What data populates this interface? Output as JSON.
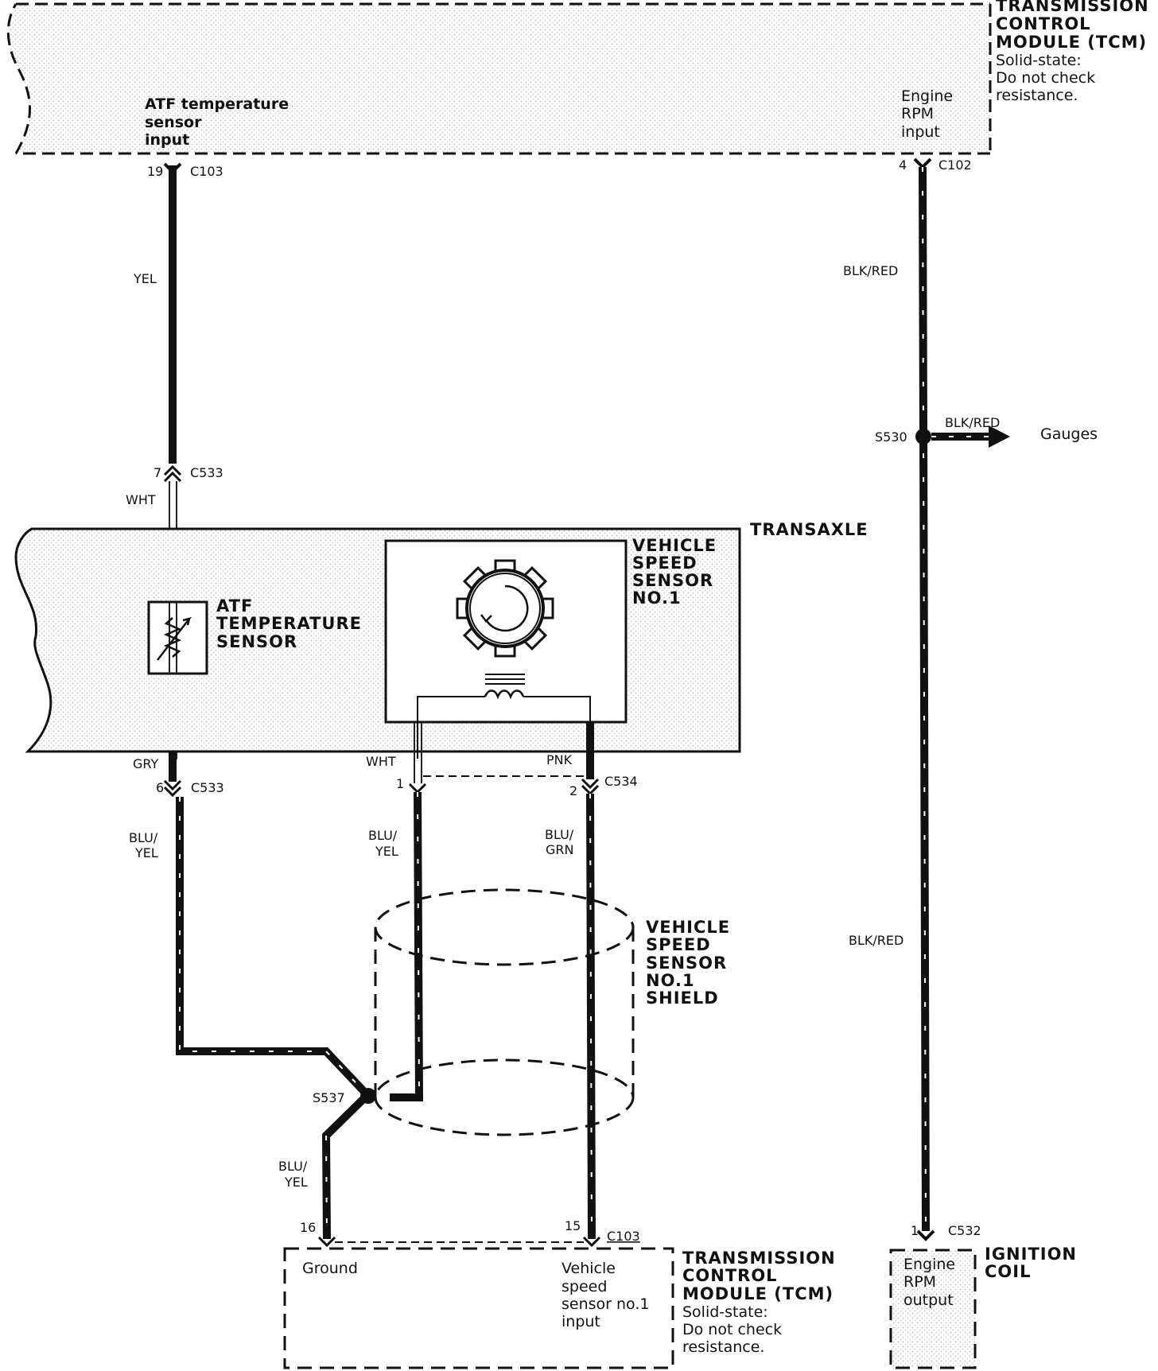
{
  "tcm_top": {
    "title": [
      "TRANSMISSION",
      "CONTROL",
      "MODULE (TCM)"
    ],
    "note": [
      "Solid-state:",
      "Do not check",
      "resistance."
    ],
    "atf_input": [
      "ATF temperature",
      "sensor",
      "input"
    ],
    "rpm_input": [
      "Engine",
      "RPM",
      "input"
    ]
  },
  "connectors": {
    "c103_top": {
      "pin": "19",
      "name": "C103"
    },
    "c102": {
      "pin": "4",
      "name": "C102"
    },
    "c533_upper": {
      "pin": "7",
      "name": "C533"
    },
    "c533_lower": {
      "pin": "6",
      "name": "C533"
    },
    "c534_pin1": "1",
    "c534_pin2": "2",
    "c534_name": "C534",
    "c103_bot_pin16": "16",
    "c103_bot_pin15": "15",
    "c103_bot_name": "C103",
    "c532": {
      "pin": "1",
      "name": "C532"
    }
  },
  "wires": {
    "yel": "YEL",
    "wht_upper": "WHT",
    "gry": "GRY",
    "wht_vss": "WHT",
    "pnk": "PNK",
    "blu_yel_left": [
      "BLU/",
      "YEL"
    ],
    "blu_yel_mid": [
      "BLU/",
      "YEL"
    ],
    "blu_grn": [
      "BLU/",
      "GRN"
    ],
    "blu_yel_lower": [
      "BLU/",
      "YEL"
    ],
    "blk_red_upper": "BLK/RED",
    "blk_red_branch": "BLK/RED",
    "blk_red_lower": "BLK/RED"
  },
  "splices": {
    "s530": "S530",
    "s537": "S537"
  },
  "gauges": "Gauges",
  "transaxle": "TRANSAXLE",
  "atf_sensor": [
    "ATF",
    "TEMPERATURE",
    "SENSOR"
  ],
  "vss": [
    "VEHICLE",
    "SPEED",
    "SENSOR",
    "NO.1"
  ],
  "shield": [
    "VEHICLE",
    "SPEED",
    "SENSOR",
    "NO.1",
    "SHIELD"
  ],
  "tcm_bottom": {
    "title": [
      "TRANSMISSION",
      "CONTROL",
      "MODULE (TCM)"
    ],
    "note": [
      "Solid-state:",
      "Do not check",
      "resistance."
    ],
    "ground": "Ground",
    "vss_input": [
      "Vehicle",
      "speed",
      "sensor no.1",
      "input"
    ]
  },
  "ignition_coil": {
    "title": [
      "IGNITION",
      "COIL"
    ],
    "output": [
      "Engine",
      "RPM",
      "output"
    ]
  }
}
